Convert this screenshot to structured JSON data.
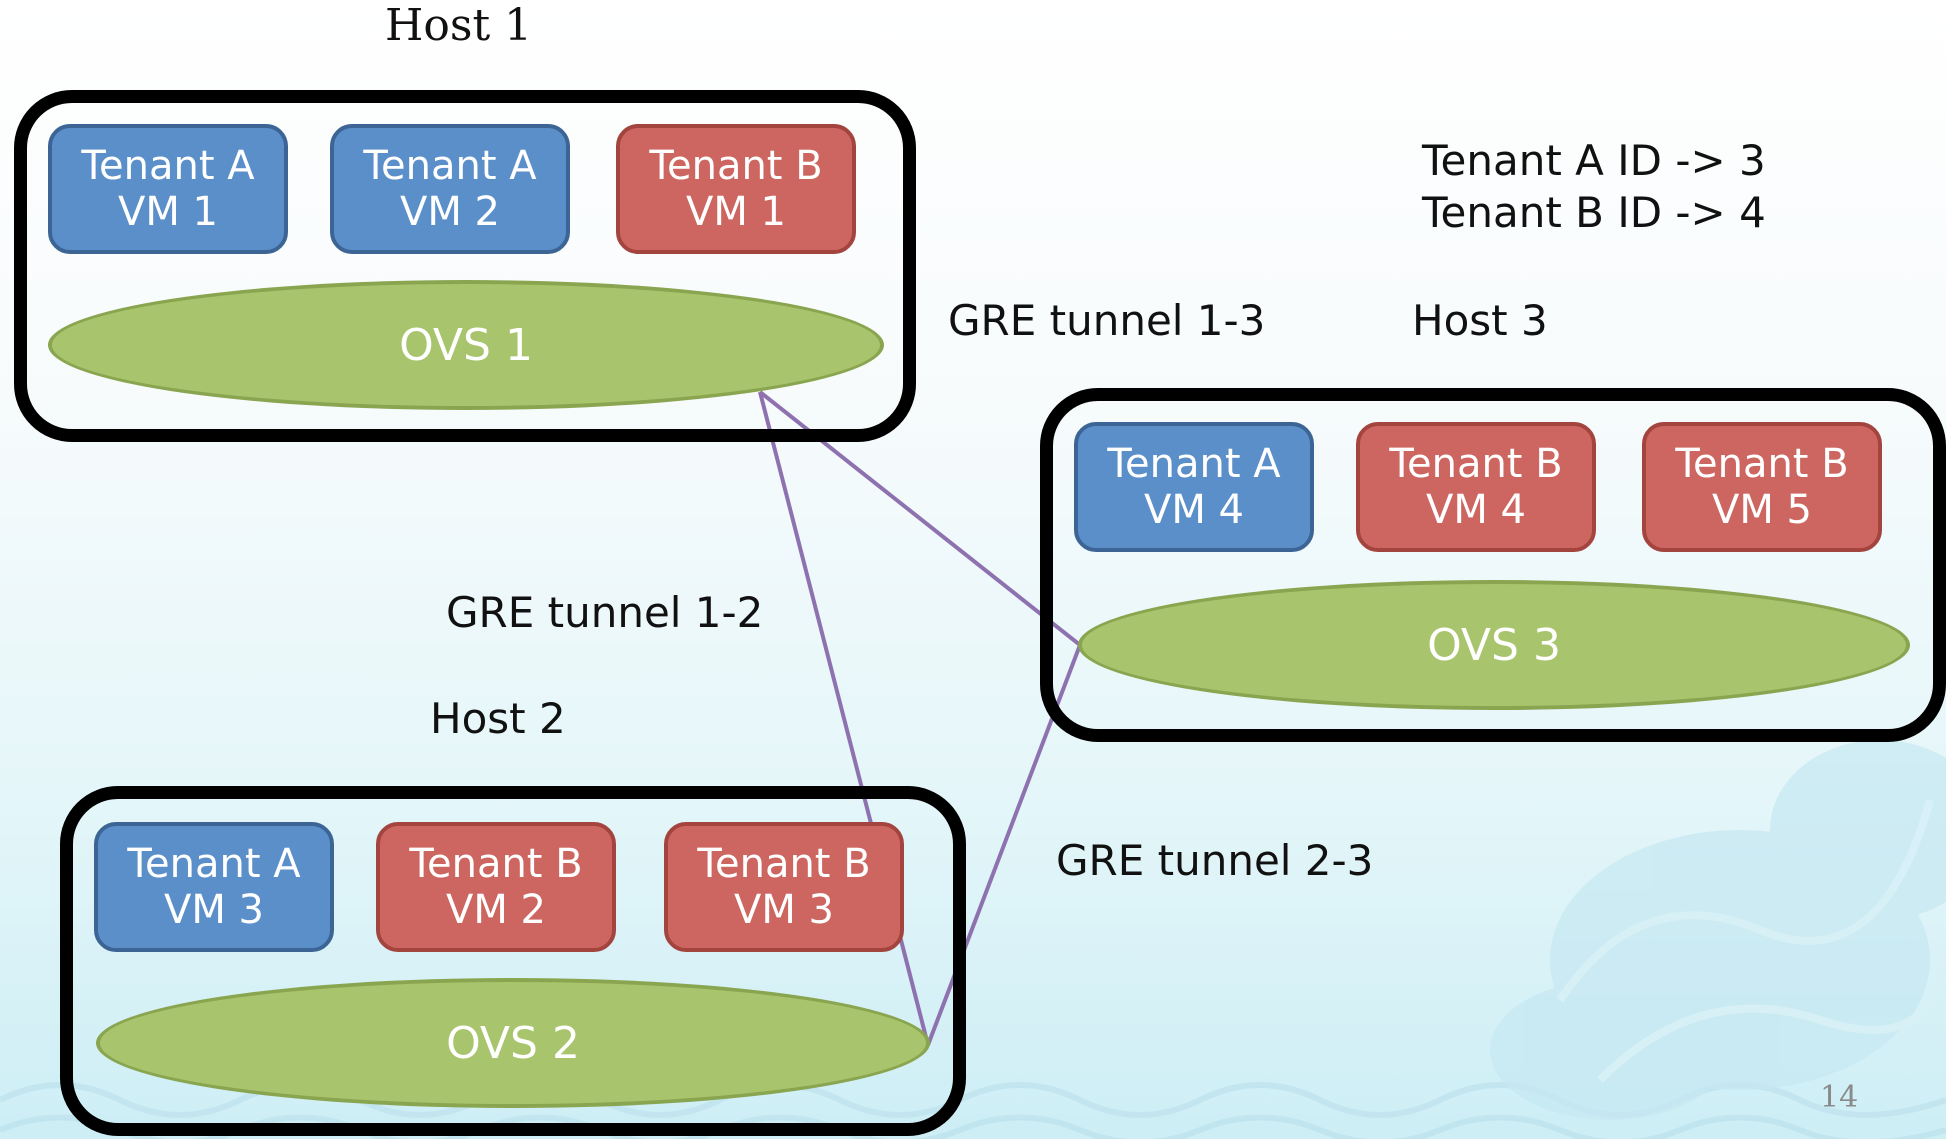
{
  "hosts": {
    "h1": {
      "title": "Host 1",
      "ovs": "OVS 1",
      "vms": [
        {
          "l1": "Tenant A",
          "l2": "VM 1"
        },
        {
          "l1": "Tenant A",
          "l2": "VM 2"
        },
        {
          "l1": "Tenant B",
          "l2": "VM 1"
        }
      ]
    },
    "h2": {
      "title": "Host 2",
      "ovs": "OVS 2",
      "vms": [
        {
          "l1": "Tenant A",
          "l2": "VM 3"
        },
        {
          "l1": "Tenant B",
          "l2": "VM 2"
        },
        {
          "l1": "Tenant B",
          "l2": "VM 3"
        }
      ]
    },
    "h3": {
      "title": "Host 3",
      "ovs": "OVS 3",
      "vms": [
        {
          "l1": "Tenant A",
          "l2": "VM 4"
        },
        {
          "l1": "Tenant B",
          "l2": "VM 4"
        },
        {
          "l1": "Tenant B",
          "l2": "VM 5"
        }
      ]
    }
  },
  "tunnels": {
    "t13": "GRE tunnel 1-3",
    "t12": "GRE tunnel 1-2",
    "t23": "GRE tunnel 2-3"
  },
  "tenant_ids": {
    "a": "Tenant A ID -> 3",
    "b": "Tenant B ID -> 4"
  },
  "page_number": "14",
  "colors": {
    "tenant_a": "#5b8fc9",
    "tenant_b": "#cd6660",
    "ovs": "#a8c46c",
    "tunnel": "#8e72b0"
  }
}
